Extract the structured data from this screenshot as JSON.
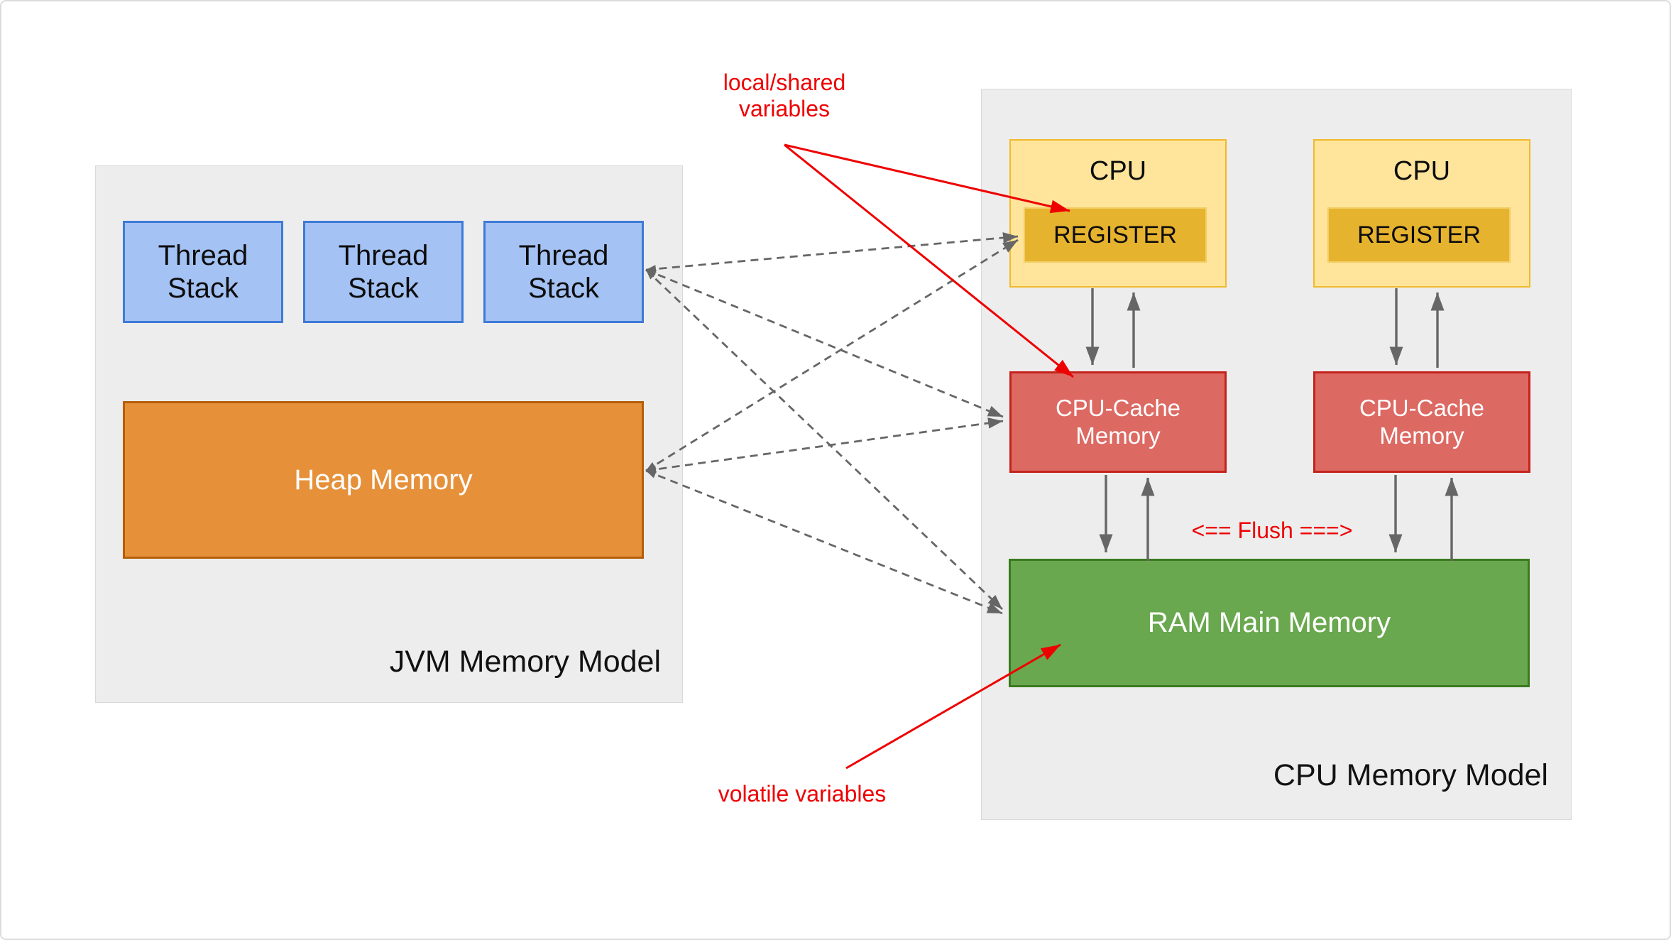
{
  "jvm_panel": {
    "label": "JVM Memory Model",
    "thread_stacks": [
      "Thread Stack",
      "Thread Stack",
      "Thread Stack"
    ],
    "heap_label": "Heap Memory"
  },
  "cpu_panel": {
    "label": "CPU Memory Model",
    "cpu_units": [
      {
        "label": "CPU",
        "register_label": "REGISTER"
      },
      {
        "label": "CPU",
        "register_label": "REGISTER"
      }
    ],
    "cache_labels": [
      "CPU-Cache Memory",
      "CPU-Cache Memory"
    ],
    "ram_label": "RAM Main Memory",
    "flush_label": "<== Flush ===>"
  },
  "annotations": {
    "local_shared_label": "local/shared variables",
    "volatile_label": "volatile variables"
  },
  "colors": {
    "annotation_red": "#ee0000",
    "panel_gray": "#ededed",
    "thread_blue_fill": "#a4c2f4",
    "thread_blue_border": "#3f7ad6",
    "heap_orange_fill": "#e6913a",
    "heap_orange_border": "#b45f06",
    "cpu_yellow_fill": "#ffe59b",
    "cpu_yellow_border": "#f0b92f",
    "register_gold_fill": "#e6b32e",
    "cache_red_fill": "#dd6963",
    "cache_red_border": "#c5221c",
    "ram_green_fill": "#69a84e",
    "ram_green_border": "#3b7a1e",
    "connector_gray": "#666666"
  }
}
